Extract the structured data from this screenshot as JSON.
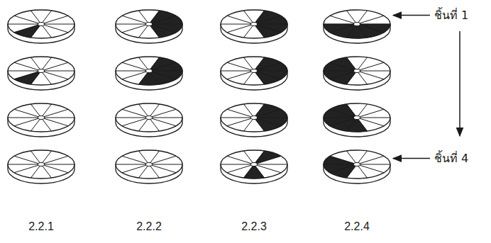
{
  "diagram": {
    "labels": [
      "ชิ้นที่ 1",
      "ชิ้นที่ 4",
      "2.2.1",
      "2.2.2",
      "2.2.3",
      "2.2.4"
    ]
  }
}
